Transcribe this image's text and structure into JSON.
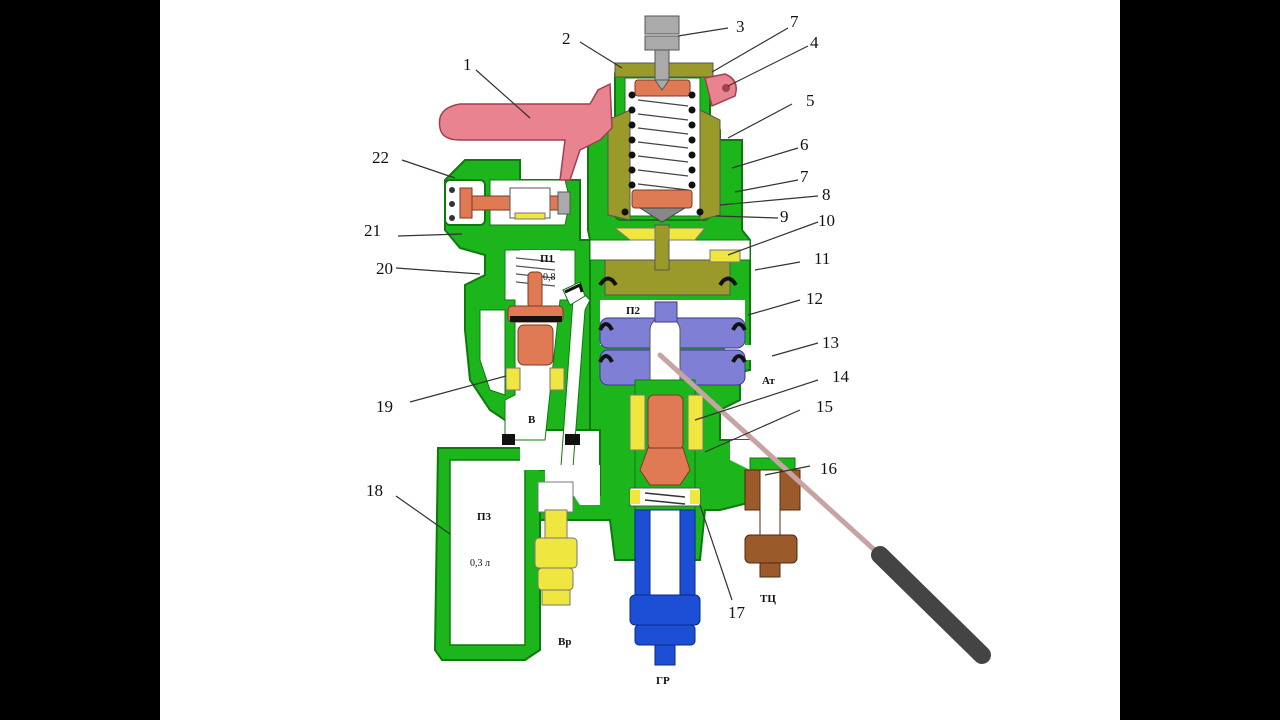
{
  "callouts": [
    "1",
    "2",
    "3",
    "4",
    "5",
    "6",
    "7",
    "7",
    "8",
    "9",
    "10",
    "11",
    "12",
    "13",
    "14",
    "15",
    "16",
    "17",
    "18",
    "19",
    "20",
    "21",
    "22"
  ],
  "chambers": {
    "p1": "П1",
    "p1_volume": "0,8",
    "p2": "П2",
    "p3": "П3",
    "p3_volume": "0,3 л",
    "v": "В",
    "atm": "Ат"
  },
  "ports": {
    "vr": "Вр",
    "gr": "ГР",
    "tc": "ТЦ"
  },
  "colors": {
    "body": "#1cb51c",
    "body_outline": "#0e7a0e",
    "handle": "#e8838f",
    "diaphragm": "#7f7fd6",
    "piston": "#9a9a2a",
    "spring_plate": "#e07a55",
    "yellow_part": "#f0e640",
    "blue_fitting": "#1d4fd6",
    "brown_fitting": "#9a5a2a"
  }
}
